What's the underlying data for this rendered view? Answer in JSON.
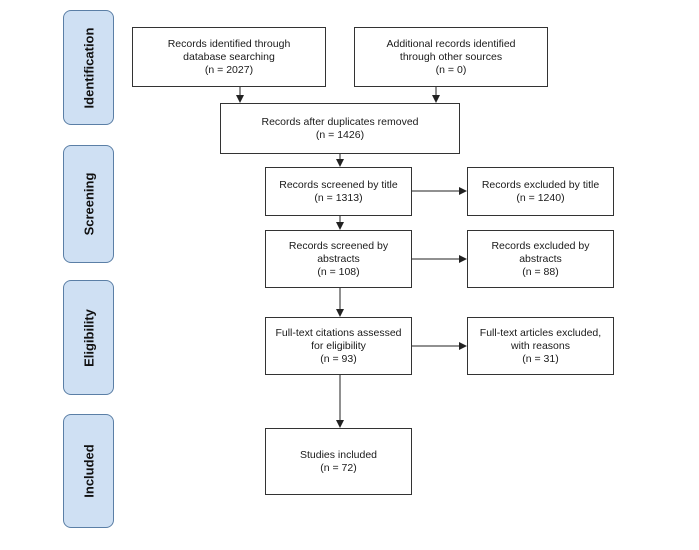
{
  "stages": {
    "identification": "Identification",
    "screening": "Screening",
    "eligibility": "Eligibility",
    "included": "Included"
  },
  "boxes": {
    "database": {
      "line1": "Records identified through",
      "line2": "database searching",
      "count": "(n = 2027)"
    },
    "other": {
      "line1": "Additional records identified",
      "line2": "through other sources",
      "count": "(n = 0)"
    },
    "duplicates": {
      "line1": "Records after duplicates removed",
      "count": "(n = 1426)"
    },
    "screened_title": {
      "line1": "Records screened by title",
      "count": "(n = 1313)"
    },
    "excluded_title": {
      "line1": "Records excluded by title",
      "count": "(n = 1240)"
    },
    "screened_abstracts": {
      "line1": "Records screened by",
      "line2": "abstracts",
      "count": "(n = 108)"
    },
    "excluded_abstracts": {
      "line1": "Records excluded by",
      "line2": "abstracts",
      "count": "(n = 88)"
    },
    "fulltext": {
      "line1": "Full-text citations assessed",
      "line2": "for eligibility",
      "count": "(n = 93)"
    },
    "excluded_fulltext": {
      "line1": "Full-text articles excluded,",
      "line2": "with reasons",
      "count": "(n = 31)"
    },
    "included": {
      "line1": "Studies included",
      "count": "(n = 72)"
    }
  }
}
